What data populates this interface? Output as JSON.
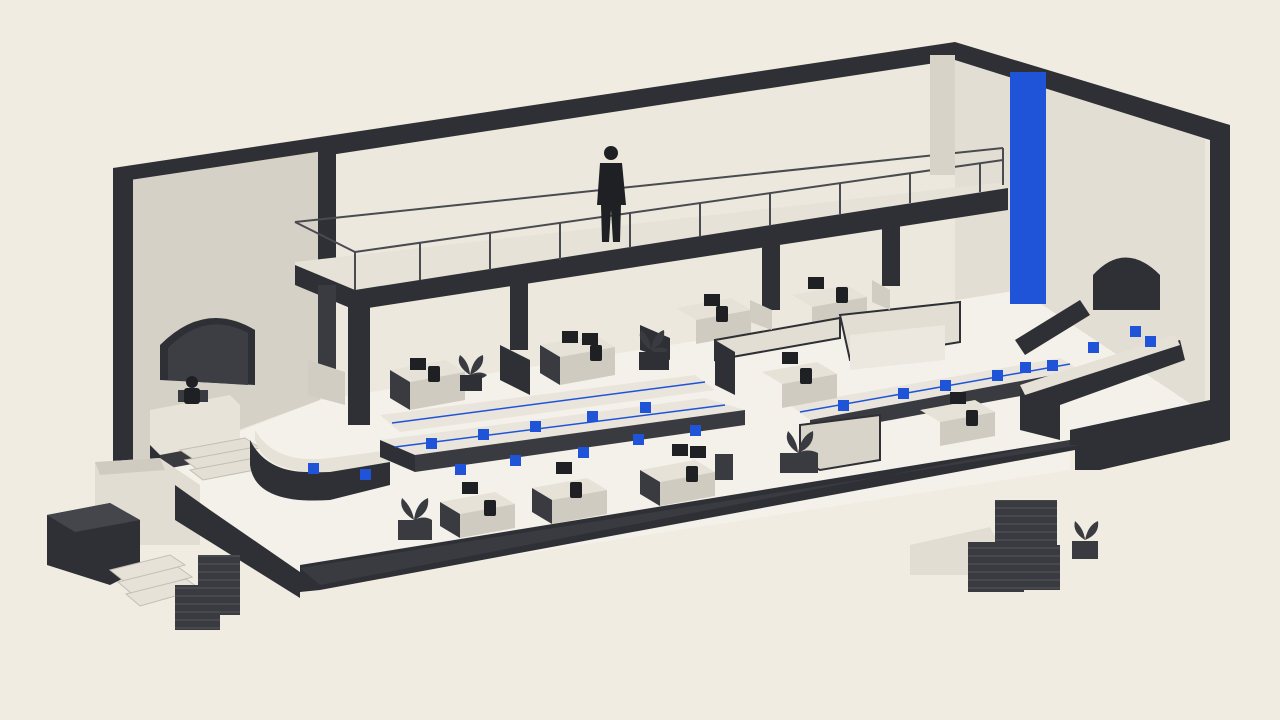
{
  "palette": {
    "background": "#f1ece1",
    "wall_dark": "#2f3035",
    "wall_light": "#e6e1d6",
    "wall_shadow": "#c9c4ba",
    "floor": "#f4f1ea",
    "accent_blue": "#1f53d8",
    "equipment": "#3a3b40"
  },
  "scene": {
    "description_visible_text": "",
    "elements": {
      "mezzanine_person": "standing-person",
      "desk_person": "seated-person",
      "vertical_accent": "blue-vertical-panel",
      "blue_nodes": "square-node-markers"
    }
  }
}
